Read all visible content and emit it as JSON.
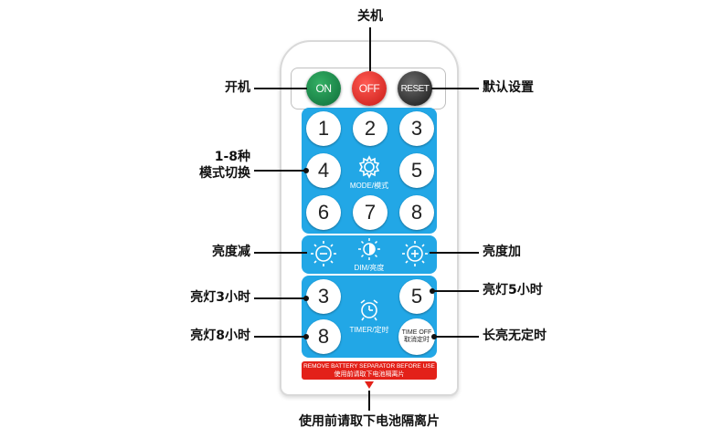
{
  "remote": {
    "power_buttons": {
      "on": "ON",
      "off": "OFF",
      "reset": "RESET"
    },
    "numbers_mode": [
      "1",
      "2",
      "3",
      "4",
      "5",
      "6",
      "7",
      "8"
    ],
    "mode_label": "MODE/模式",
    "dim_label": "DIM/亮度",
    "timer_numbers": {
      "three": "3",
      "five": "5",
      "eight": "8"
    },
    "timer_label": "TIMER/定时",
    "time_off": {
      "line1": "TIME OFF",
      "line2": "取消定时"
    },
    "warning": {
      "line1": "REMOVE BATTERY SEPARATOR BEFORE USE",
      "line2": "使用前请取下电池隔离片"
    }
  },
  "callouts": {
    "off": "关机",
    "on": "开机",
    "reset": "默认设置",
    "mode_line1": "1-8种",
    "mode_line2": "模式切换",
    "dim_down": "亮度减",
    "dim_up": "亮度加",
    "timer3": "亮灯3小时",
    "timer5": "亮灯5小时",
    "timer8": "亮灯8小时",
    "timer_off": "长亮无定时",
    "separator": "使用前请取下电池隔离片"
  },
  "colors": {
    "panel": "#22a7e6",
    "on": "#1c8a4a",
    "off": "#e53a33",
    "reset": "#2a2a2a",
    "warning": "#e32119"
  }
}
